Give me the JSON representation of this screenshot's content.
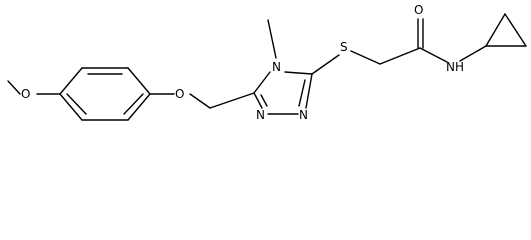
{
  "molecule": {
    "atoms": {
      "o_methoxy": "O",
      "o_ether": "O",
      "n4": "N",
      "n1": "N",
      "n2": "N",
      "s": "S",
      "o_carbonyl": "O",
      "nh": "N",
      "h": "H",
      "methyl": "methyl"
    }
  }
}
